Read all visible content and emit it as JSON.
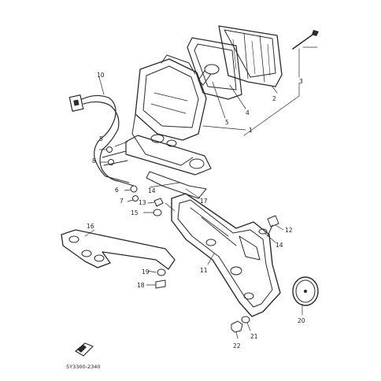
{
  "diagram": {
    "callouts": {
      "c1": "1",
      "c2": "2",
      "c3": "3",
      "c4": "4",
      "c5": "5",
      "c6": "6",
      "c7": "7",
      "c8": "8",
      "c9": "9",
      "c10": "10",
      "c11": "11",
      "c12": "12",
      "c13": "13",
      "c14a": "14",
      "c14b": "14",
      "c15": "15",
      "c16": "16",
      "c17": "17",
      "c18": "18",
      "c19": "19",
      "c20": "20",
      "c21": "21",
      "c22": "22"
    },
    "drawing_code": "5Y3300-2340",
    "colors": {
      "ink": "#2a2a2a",
      "paper": "#ffffff"
    },
    "icons": {
      "orientation_marker": "front-arrow-icon"
    }
  }
}
